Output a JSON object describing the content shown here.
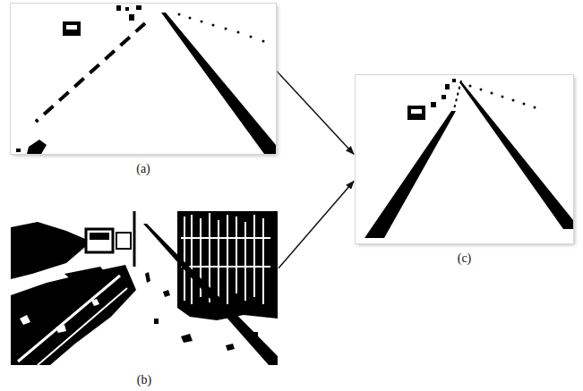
{
  "diagram": {
    "nodes": [
      {
        "text": [
          "(a)"
        ]
      },
      {
        "text": [
          "(b)"
        ]
      },
      {
        "text": [
          "(c)"
        ]
      }
    ],
    "edges": [
      {
        "from": 0,
        "to": 2,
        "arrow": "to"
      },
      {
        "from": 1,
        "to": 2,
        "arrow": "to"
      }
    ]
  }
}
